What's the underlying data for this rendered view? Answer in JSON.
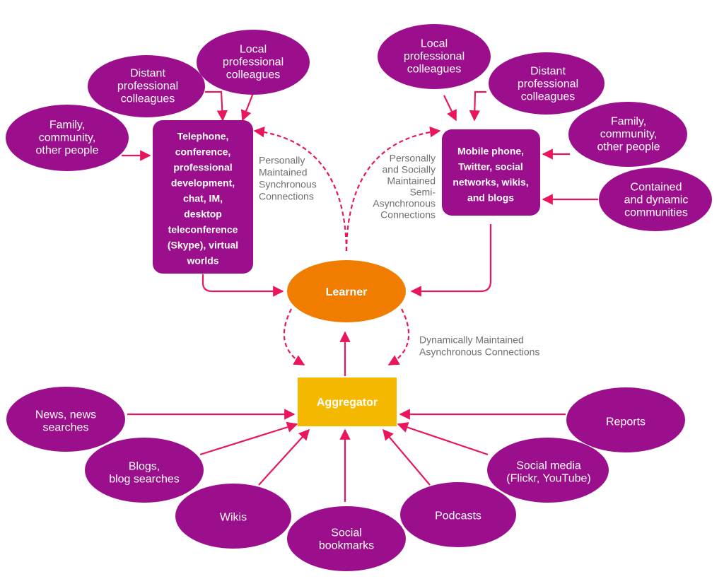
{
  "colors": {
    "node": "#9c0f8c",
    "learner": "#f07d00",
    "aggregator": "#f4b800",
    "arrow": "#e8175d",
    "label": "#6f6f6f"
  },
  "nodes": {
    "tl_local_colleagues": [
      "Local",
      "professional",
      "colleagues"
    ],
    "tl_distant_colleagues": [
      "Distant",
      "professional",
      "colleagues"
    ],
    "tl_family": [
      "Family,",
      "community,",
      "other people"
    ],
    "sync_box": [
      "Telephone,",
      "conference,",
      "professional",
      "development,",
      "chat, IM,",
      "desktop",
      "teleconference",
      "(Skype), virtual",
      "worlds"
    ],
    "tr_local_colleagues": [
      "Local",
      "professional",
      "colleagues"
    ],
    "tr_distant_colleagues": [
      "Distant",
      "professional",
      "colleagues"
    ],
    "tr_family": [
      "Family,",
      "community,",
      "other people"
    ],
    "tr_communities": [
      "Contained",
      "and dynamic",
      "communities"
    ],
    "semi_box": [
      "Mobile phone,",
      "Twitter, social",
      "networks, wikis,",
      "and blogs"
    ],
    "learner": "Learner",
    "aggregator": "Aggregator",
    "news": [
      "News, news",
      "searches"
    ],
    "blogs": [
      "Blogs,",
      "blog searches"
    ],
    "wikis": [
      "Wikis"
    ],
    "social_bookmarks": [
      "Social",
      "bookmarks"
    ],
    "podcasts": [
      "Podcasts"
    ],
    "social_media": [
      "Social media",
      "(Flickr, YouTube)"
    ],
    "reports": [
      "Reports"
    ]
  },
  "labels": {
    "sync": [
      "Personally",
      "Maintained",
      "Synchronous",
      "Connections"
    ],
    "semi": [
      "Personally",
      "and Socially",
      "Maintained",
      "Semi-",
      "Asynchronous",
      "Connections"
    ],
    "dynamic": [
      "Dynamically Maintained",
      "Asynchronous Connections"
    ]
  }
}
